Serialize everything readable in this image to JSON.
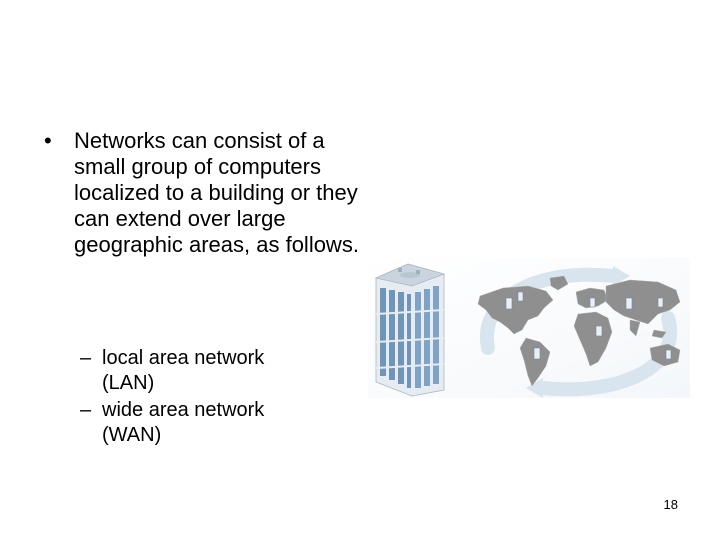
{
  "slide": {
    "bullet": {
      "text": "Networks can consist of a small group of computers localized to a building or they can extend over large geographic areas, as follows."
    },
    "sub_items": [
      {
        "label": "local area network (LAN)"
      },
      {
        "label": "wide area network (WAN)"
      }
    ],
    "page_number": "18"
  },
  "image": {
    "semantic": "building-and-world-map-network",
    "colors": {
      "building_glass": "#6f95b8",
      "building_frame": "#e8eef3",
      "map": "#8f8f8f",
      "arrow": "#d7e4ee"
    }
  }
}
